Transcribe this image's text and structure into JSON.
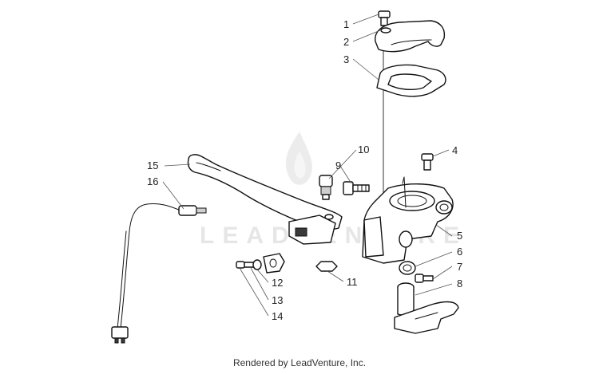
{
  "watermark": {
    "text": "LEADVENTURE"
  },
  "callouts": [
    {
      "label": "1"
    },
    {
      "label": "2"
    },
    {
      "label": "3"
    },
    {
      "label": "4"
    },
    {
      "label": "5"
    },
    {
      "label": "6"
    },
    {
      "label": "7"
    },
    {
      "label": "8"
    },
    {
      "label": "9"
    },
    {
      "label": "10"
    },
    {
      "label": "11"
    },
    {
      "label": "12"
    },
    {
      "label": "13"
    },
    {
      "label": "14"
    },
    {
      "label": "15"
    },
    {
      "label": "16"
    }
  ],
  "footer": {
    "text": "Rendered by LeadVenture, Inc."
  }
}
